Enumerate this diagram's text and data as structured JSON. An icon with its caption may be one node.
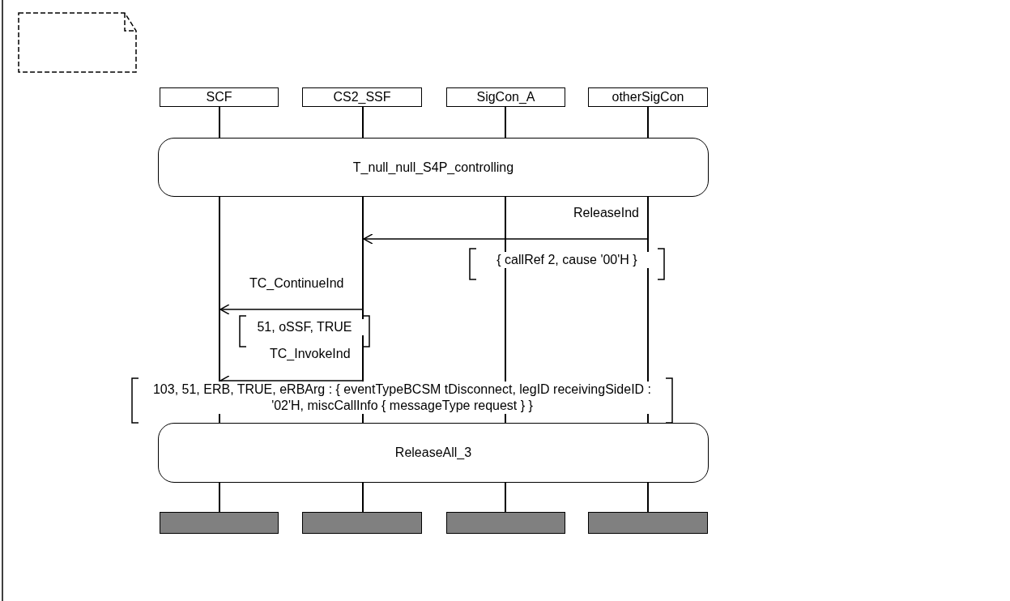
{
  "diagram": {
    "nodes": [
      {
        "text": [],
        "shape": "note"
      },
      {
        "text": [
          "SCF"
        ]
      },
      {
        "text": [
          "CS2_SSF"
        ]
      },
      {
        "text": [
          "SigCon_A"
        ]
      },
      {
        "text": [
          "otherSigCon"
        ]
      },
      {
        "text": [
          "T_null_null_S4P_controlling"
        ]
      },
      {
        "text": [
          "ReleaseAll_3"
        ]
      },
      {
        "text": [],
        "shape": "bar"
      },
      {
        "text": [],
        "shape": "bar"
      },
      {
        "text": [],
        "shape": "bar"
      },
      {
        "text": [],
        "shape": "bar"
      },
      {
        "text": [],
        "shape": "line"
      },
      {
        "text": [],
        "shape": "line"
      },
      {
        "text": [],
        "shape": "line"
      },
      {
        "text": [],
        "shape": "line"
      }
    ],
    "edges": [
      {
        "from": 14,
        "to": 12,
        "arrow": "to",
        "label": "ReleaseInd"
      },
      {
        "from": 12,
        "to": 11,
        "arrow": "to",
        "label": "TC_ContinueInd"
      },
      {
        "from": 12,
        "to": 11,
        "arrow": "to",
        "label": "TC_InvokeInd"
      }
    ],
    "labels": [
      "{ callRef 2, cause '00'H }",
      "51, oSSF, TRUE",
      "103, 51, ERB, TRUE, eRBArg : { eventTypeBCSM tDisconnect, legID receivingSideID : '02'H, miscCallInfo { messageType request } }"
    ]
  }
}
